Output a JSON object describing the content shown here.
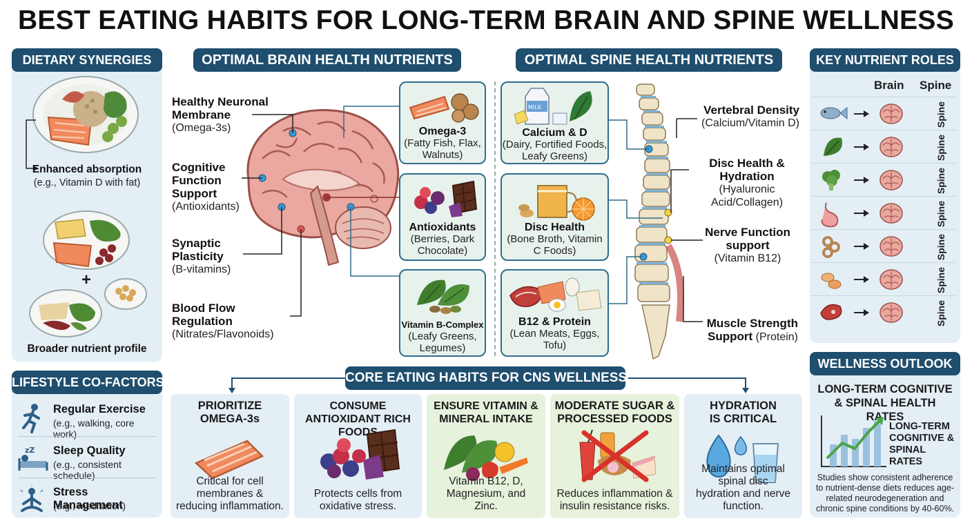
{
  "title": "BEST EATING HABITS FOR LONG-TERM BRAIN AND SPINE WELLNESS",
  "sections": {
    "dietary_synergies": "DIETARY SYNERGIES",
    "brain_nutrients": "OPTIMAL BRAIN HEALTH NUTRIENTS",
    "spine_nutrients": "OPTIMAL SPINE HEALTH NUTRIENTS",
    "key_roles": "KEY NUTRIENT ROLES",
    "lifestyle": "LIFESTYLE CO-FACTORS",
    "core_habits": "CORE EATING HABITS FOR CNS WELLNESS",
    "wellness": "WELLNESS OUTLOOK"
  },
  "synergies": {
    "item1_title": "Enhanced absorption",
    "item1_sub": "(e.g., Vitamin D with fat)",
    "plus": "+",
    "item2_title": "Broader nutrient profile"
  },
  "brain_labels": [
    {
      "title": "Healthy Neuronal Membrane",
      "sub": "(Omega-3s)"
    },
    {
      "title": "Cognitive Function Support",
      "sub": "(Antioxidants)"
    },
    {
      "title": "Synaptic Plasticity",
      "sub": "(B-vitamins)"
    },
    {
      "title": "Blood Flow Regulation",
      "sub": "(Nitrates/Flavonoids)"
    }
  ],
  "brain_cards": [
    {
      "title": "Omega-3",
      "sub": "(Fatty Fish, Flax, Walnuts)"
    },
    {
      "title": "Antioxidants",
      "sub": "(Berries, Dark Chocolate)"
    },
    {
      "title": "Vitamin B-Complex",
      "sub": "(Leafy Greens, Legumes)"
    }
  ],
  "spine_cards": [
    {
      "title": "Calcium & D",
      "sub": "(Dairy, Fortified Foods, Leafy Greens)"
    },
    {
      "title": "Disc Health",
      "sub": "(Bone Broth, Vitamin C Foods)"
    },
    {
      "title": "B12 & Protein",
      "sub": "(Lean Meats, Eggs, Tofu)"
    }
  ],
  "milk_label": "MILK",
  "spine_labels": [
    {
      "title": "Vertebral Density",
      "sub": "(Calcium/Vitamin D)"
    },
    {
      "title": "Disc Health & Hydration",
      "sub": "(Hyaluronic Acid/Collagen)"
    },
    {
      "title": "Nerve Function support",
      "sub": "(Vitamin B12)"
    },
    {
      "title": "Muscle Strength",
      "sub": "(Protein)",
      "title2": "Support"
    }
  ],
  "roles": {
    "col_brain": "Brain",
    "col_spine": "Spine",
    "rows": [
      {
        "food": "fish-icon",
        "spine": "Spine"
      },
      {
        "food": "spinach-icon",
        "spine": "Spine"
      },
      {
        "food": "broccoli-icon",
        "spine": "Spine"
      },
      {
        "food": "stomach-icon",
        "spine": "Spine"
      },
      {
        "food": "rings-icon",
        "spine": "Spine"
      },
      {
        "food": "legume-icon",
        "spine": "Spine"
      },
      {
        "food": "meat-icon",
        "spine": "Spine"
      }
    ]
  },
  "lifestyle_items": [
    {
      "title": "Regular Exercise",
      "sub": "(e.g., walking, core work)",
      "icon": "running-icon"
    },
    {
      "title": "Sleep Quality",
      "sub": "(e.g., consistent schedule)",
      "icon": "sleep-icon"
    },
    {
      "title": "Stress Management",
      "sub": "(e.g., meditation)",
      "icon": "meditation-icon"
    }
  ],
  "habits": [
    {
      "title": "PRIORITIZE OMEGA-3s",
      "desc": "Critical for cell membranes & reducing inflammation."
    },
    {
      "title": "CONSUME ANTIOXIDANT RICH FOODS",
      "desc": "Protects cells from oxidative stress."
    },
    {
      "title": "ENSURE VITAMIN & MINERAL INTAKE",
      "desc": "Vitamin B12, D, Magnesium, and Zinc."
    },
    {
      "title": "MODERATE SUGAR & PROCESSED FOODS",
      "desc": "Reduces inflammation & insulin resistance risks."
    },
    {
      "title": "HYDRATION IS CRITICAL",
      "desc": "Maintains optimal spinal disc hydration and nerve function."
    }
  ],
  "wellness": {
    "heading": "LONG-TERM COGNITIVE & SPINAL HEALTH RATES",
    "chart_label": "LONG-TERM COGNITIVE & SPINAL RATES",
    "body": "Studies show consistent adherence to nutrient-dense diets reduces age-related neurodegeneration and chronic spine conditions by 40-60%."
  },
  "colors": {
    "navy": "#1f4e6e",
    "panel_blue": "#e4eef5",
    "panel_green": "#e6f2dc",
    "brain_pink": "#e9a6a0",
    "salmon": "#f08a5d"
  }
}
